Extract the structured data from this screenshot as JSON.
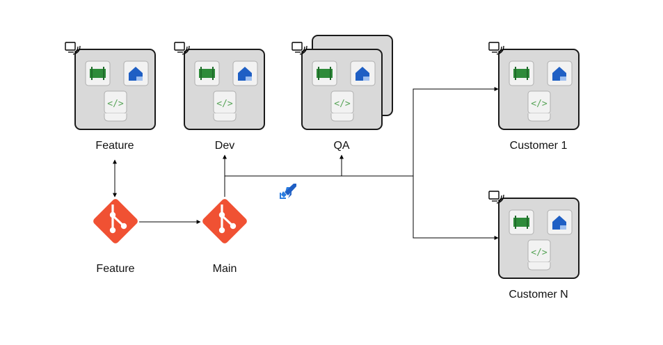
{
  "environments": [
    {
      "id": "feature",
      "label": "Feature"
    },
    {
      "id": "dev",
      "label": "Dev"
    },
    {
      "id": "qa",
      "label": "QA"
    },
    {
      "id": "customer1",
      "label": "Customer 1"
    },
    {
      "id": "customern",
      "label": "Customer N"
    }
  ],
  "repos": [
    {
      "id": "feature",
      "label": "Feature"
    },
    {
      "id": "main",
      "label": "Main"
    }
  ],
  "colors": {
    "env_fill": "#d9d9d9",
    "env_stroke": "#1a1a1a",
    "tile_fill": "#f2f2f2",
    "git_red": "#f05133",
    "green_icon": "#2e8b3a",
    "blue_icon": "#1f5fc4",
    "code_icon": "#5aa55a",
    "pipelines_blue": "#2b7de0"
  },
  "icons": [
    "environment-icon",
    "canvas-app-icon",
    "dataverse-icon",
    "code-component-icon",
    "git-icon",
    "azure-pipelines-icon"
  ]
}
